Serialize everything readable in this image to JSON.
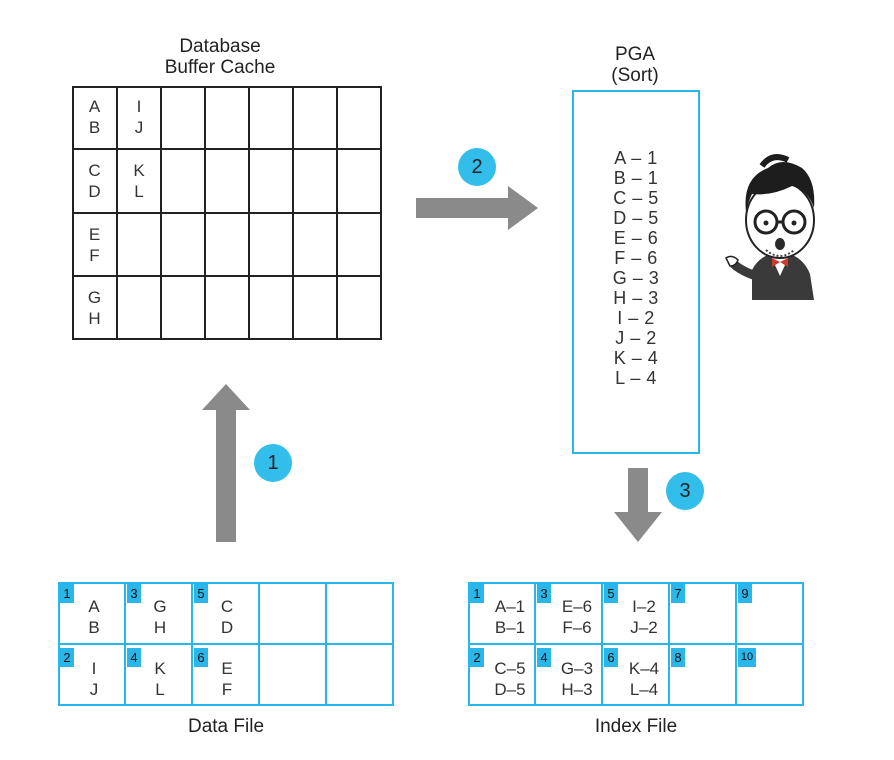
{
  "buffer_cache": {
    "title_line1": "Database",
    "title_line2": "Buffer Cache",
    "col1": [
      [
        "A",
        "B"
      ],
      [
        "C",
        "D"
      ],
      [
        "E",
        "F"
      ],
      [
        "G",
        "H"
      ]
    ],
    "col2": [
      [
        "I",
        "J"
      ],
      [
        "K",
        "L"
      ]
    ]
  },
  "pga": {
    "title_line1": "PGA",
    "title_line2": "(Sort)",
    "entries": [
      "A – 1",
      "B – 1",
      "C – 5",
      "D – 5",
      "E – 6",
      "F – 6",
      "G – 3",
      "H – 3",
      "I – 2",
      "J – 2",
      "K – 4",
      "L – 4"
    ]
  },
  "data_file": {
    "label": "Data File",
    "cells": [
      {
        "num": "1",
        "line1": "A",
        "line2": "B"
      },
      {
        "num": "3",
        "line1": "G",
        "line2": "H"
      },
      {
        "num": "5",
        "line1": "C",
        "line2": "D"
      },
      {
        "num": "2",
        "line1": "I",
        "line2": "J"
      },
      {
        "num": "4",
        "line1": "K",
        "line2": "L"
      },
      {
        "num": "6",
        "line1": "E",
        "line2": "F"
      }
    ]
  },
  "index_file": {
    "label": "Index File",
    "cells": [
      {
        "num": "1",
        "line1": "A–1",
        "line2": "B–1"
      },
      {
        "num": "3",
        "line1": "E–6",
        "line2": "F–6"
      },
      {
        "num": "5",
        "line1": "I–2",
        "line2": "J–2"
      },
      {
        "num": "7",
        "line1": "",
        "line2": ""
      },
      {
        "num": "9",
        "line1": "",
        "line2": ""
      },
      {
        "num": "2",
        "line1": "C–5",
        "line2": "D–5"
      },
      {
        "num": "4",
        "line1": "G–3",
        "line2": "H–3"
      },
      {
        "num": "6",
        "line1": "K–4",
        "line2": "L–4"
      },
      {
        "num": "8",
        "line1": "",
        "line2": ""
      },
      {
        "num": "10",
        "line1": "",
        "line2": ""
      }
    ]
  },
  "steps": [
    "1",
    "2",
    "3"
  ],
  "colors": {
    "accent": "#29b6e8",
    "arrow": "#8a8a8a",
    "grid": "#222222"
  }
}
